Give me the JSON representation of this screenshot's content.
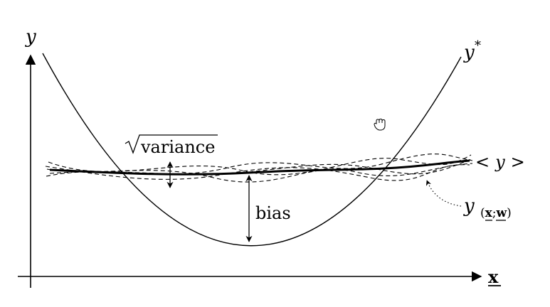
{
  "axes": {
    "y_label": "y",
    "x_label": "x"
  },
  "labels": {
    "target_curve": "y",
    "target_superscript": "*",
    "variance_label": "variance",
    "bias_label": "bias",
    "mean_left": "<",
    "mean_var": "y",
    "mean_right": ">",
    "model_var": "y",
    "model_sub_open": "(",
    "model_sub_x": "x",
    "model_sub_sep": ";",
    "model_sub_w": "w",
    "model_sub_close": ")"
  },
  "cursor_icon": "hand-grab-icon",
  "colors": {
    "ink": "#000000",
    "background": "#ffffff"
  }
}
